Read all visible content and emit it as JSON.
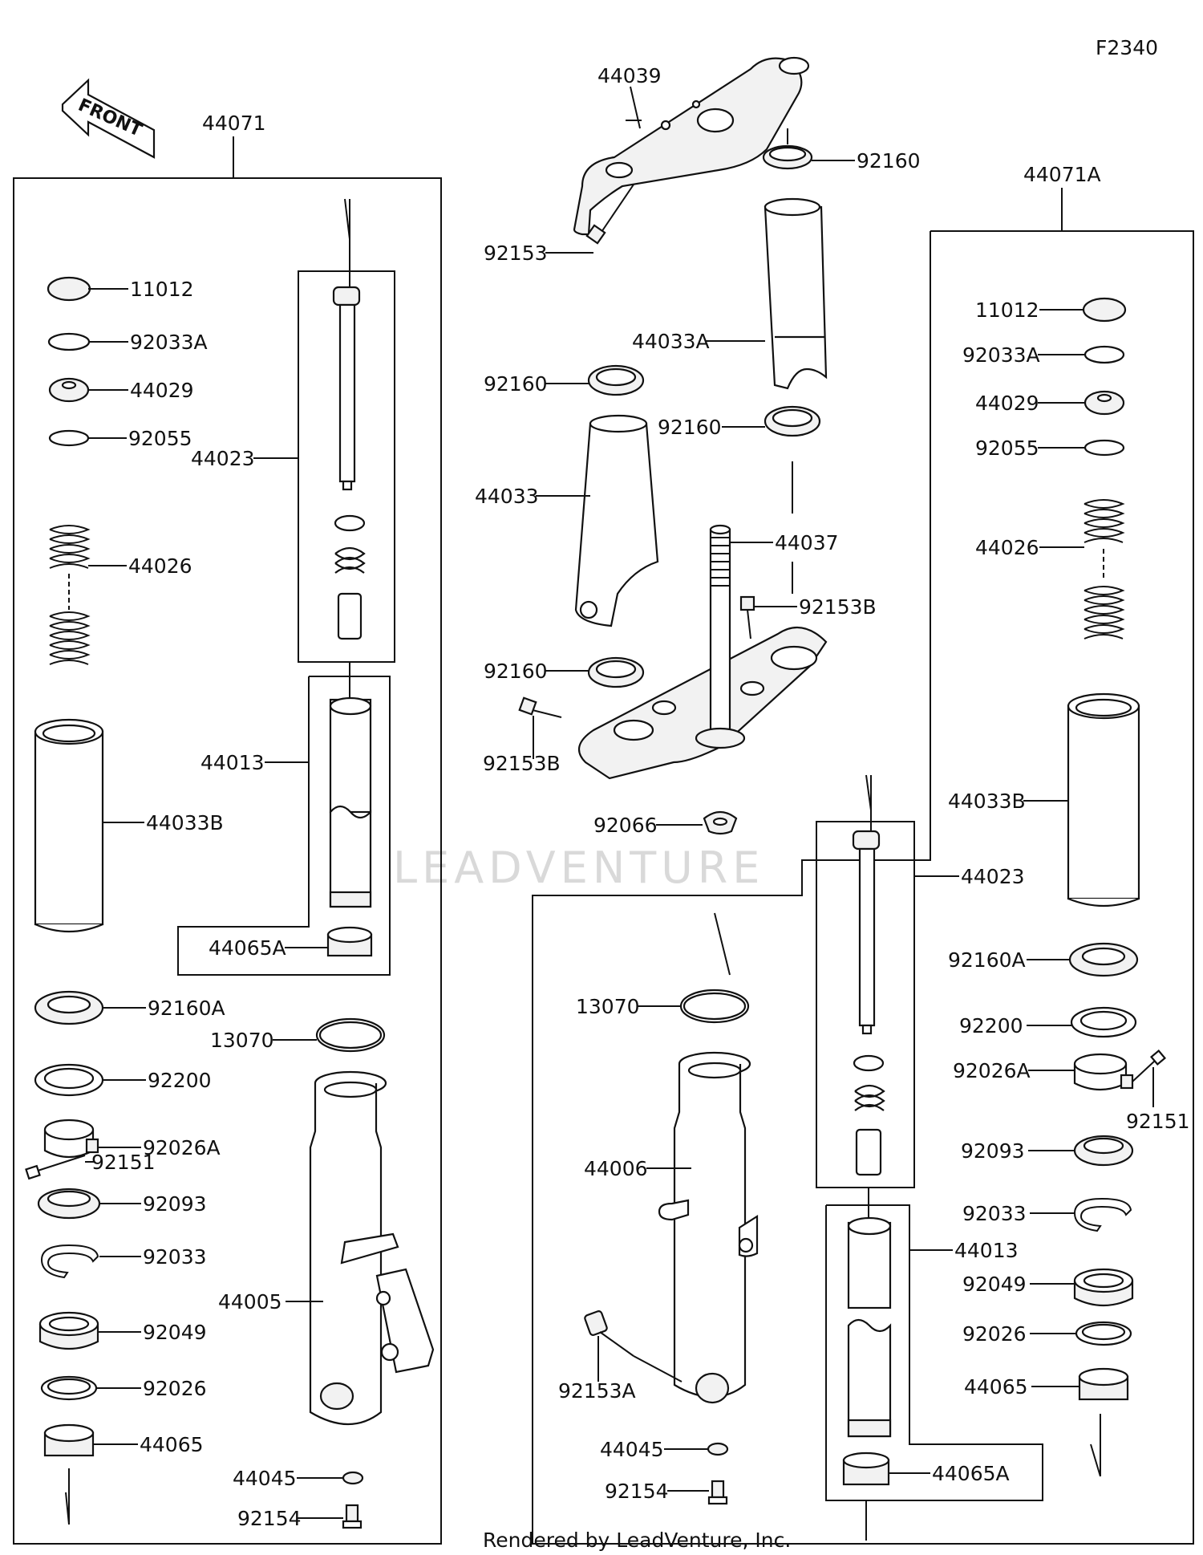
{
  "diagram_code": "F2340",
  "front_arrow_label": "FRONT",
  "watermark": "LEADVENTURE",
  "footer": "Rendered by LeadVenture, Inc.",
  "assemblies": {
    "left_fork": "44071",
    "right_fork": "44071A"
  },
  "parts": {
    "p11012_l": "11012",
    "p92033A_l": "92033A",
    "p44029_l": "44029",
    "p92055_l": "92055",
    "p44023_l": "44023",
    "p44026_l": "44026",
    "p44013_l": "44013",
    "p44033B_l": "44033B",
    "p44065A_l": "44065A",
    "p92160A_l": "92160A",
    "p13070_l": "13070",
    "p92200_l": "92200",
    "p92026A_l": "92026A",
    "p92151_l": "92151",
    "p92093_l": "92093",
    "p92033_l": "92033",
    "p44005": "44005",
    "p92049_l": "92049",
    "p92026_l": "92026",
    "p44065_l": "44065",
    "p44045_l": "44045",
    "p92154_l": "92154",
    "p44039": "44039",
    "p92160_top": "92160",
    "p92153": "92153",
    "p44033A": "44033A",
    "p92160_a": "92160",
    "p92160_b": "92160",
    "p44033": "44033",
    "p44037": "44037",
    "p92153B_a": "92153B",
    "p92160_c": "92160",
    "p92153B_b": "92153B",
    "p92066": "92066",
    "p11012_r": "11012",
    "p92033A_r": "92033A",
    "p44029_r": "44029",
    "p92055_r": "92055",
    "p44026_r": "44026",
    "p44033B_r": "44033B",
    "p44023_r": "44023",
    "p92160A_r": "92160A",
    "p92200_r": "92200",
    "p92026A_r": "92026A",
    "p92151_r": "92151",
    "p13070_r": "13070",
    "p44006": "44006",
    "p92093_r": "92093",
    "p92033_r": "92033",
    "p44013_r": "44013",
    "p92049_r": "92049",
    "p92026_r": "92026",
    "p44065_r": "44065",
    "p92153A": "92153A",
    "p44045_r": "44045",
    "p92154_r": "92154",
    "p44065A_r": "44065A"
  }
}
